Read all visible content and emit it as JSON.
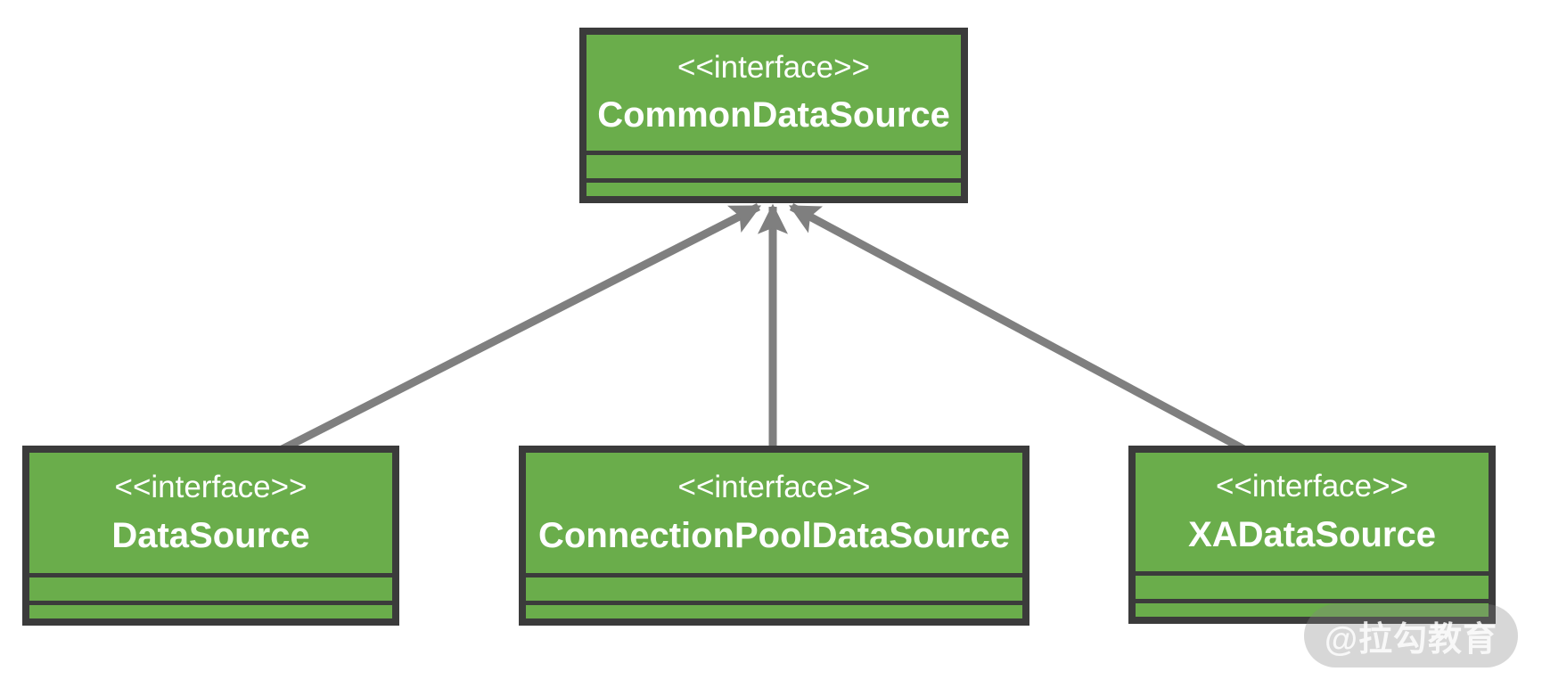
{
  "diagram_type": "uml-class-diagram",
  "nodes": {
    "common": {
      "stereotype": "<<interface>>",
      "name": "CommonDataSource"
    },
    "datasource": {
      "stereotype": "<<interface>>",
      "name": "DataSource"
    },
    "connection_pool": {
      "stereotype": "<<interface>>",
      "name": "ConnectionPoolDataSource"
    },
    "xa": {
      "stereotype": "<<interface>>",
      "name": "XADataSource"
    }
  },
  "edges": [
    {
      "from": "DataSource",
      "to": "CommonDataSource",
      "relation": "generalization"
    },
    {
      "from": "ConnectionPoolDataSource",
      "to": "CommonDataSource",
      "relation": "generalization"
    },
    {
      "from": "XADataSource",
      "to": "CommonDataSource",
      "relation": "generalization"
    }
  ],
  "colors": {
    "node_fill": "#6aad4b",
    "node_border": "#3b3b3b",
    "edge": "#7f7f7f",
    "text": "#ffffff",
    "background": "#ffffff",
    "watermark_pill": "#d7d7d7"
  },
  "watermark": {
    "text": "@拉勾教育"
  }
}
